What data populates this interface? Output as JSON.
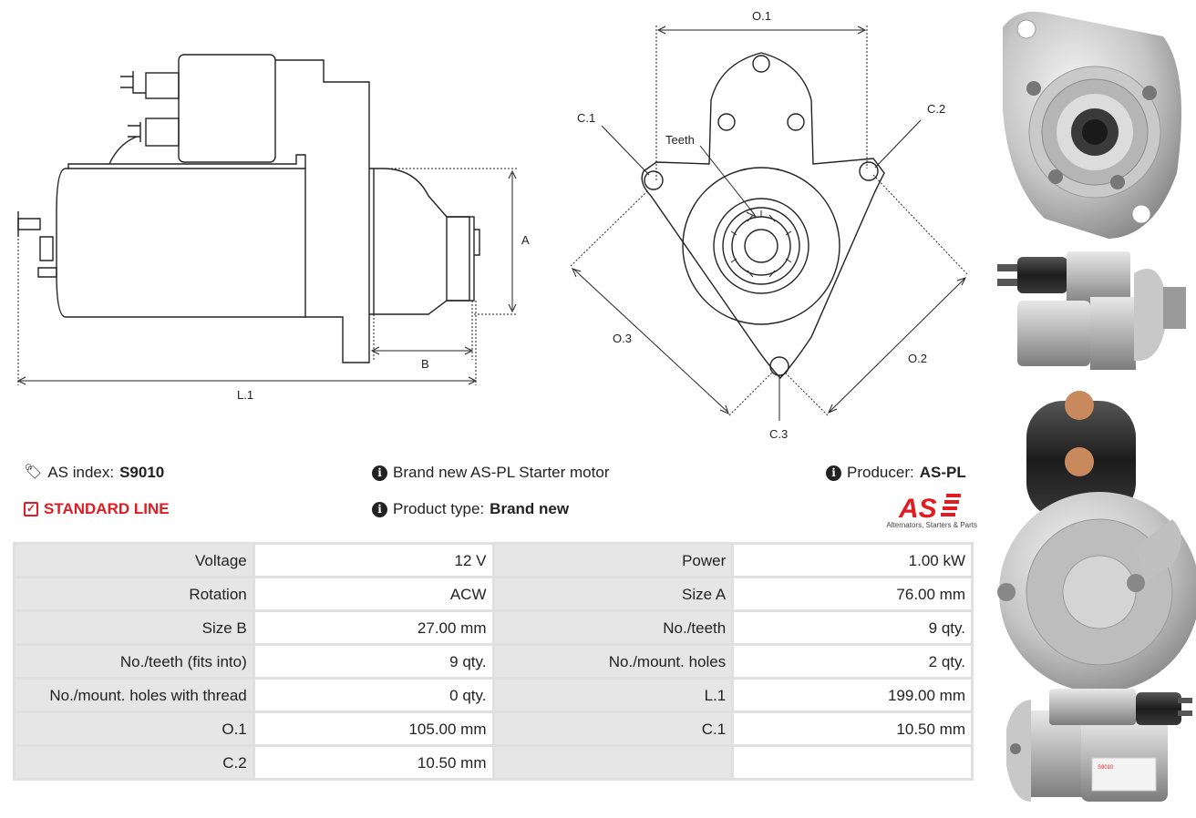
{
  "drawing": {
    "labels": {
      "a": "A",
      "b": "B",
      "l1": "L.1",
      "o1": "O.1",
      "o2": "O.2",
      "o3": "O.3",
      "c1": "C.1",
      "c2": "C.2",
      "c3": "C.3",
      "teeth": "Teeth"
    }
  },
  "info": {
    "as_index_label": "AS index:",
    "as_index_value": "S9010",
    "line": "STANDARD LINE",
    "description": "Brand new AS-PL Starter motor",
    "product_type_label": "Product type:",
    "product_type_value": "Brand new",
    "producer_label": "Producer:",
    "producer_value": "AS-PL"
  },
  "brand": {
    "logo_text": "AS",
    "tagline": "Alternators, Starters & Parts",
    "color": "#e11b22"
  },
  "specs": [
    [
      "Voltage",
      "12 V",
      "Power",
      "1.00 kW"
    ],
    [
      "Rotation",
      "ACW",
      "Size A",
      "76.00 mm"
    ],
    [
      "Size B",
      "27.00 mm",
      "No./teeth",
      "9 qty."
    ],
    [
      "No./teeth (fits into)",
      "9 qty.",
      "No./mount. holes",
      "2 qty."
    ],
    [
      "No./mount. holes with thread",
      "0 qty.",
      "L.1",
      "199.00 mm"
    ],
    [
      "O.1",
      "105.00 mm",
      "C.1",
      "10.50 mm"
    ],
    [
      "C.2",
      "10.50 mm",
      "",
      ""
    ]
  ],
  "photo_label": {
    "line1": "S9010"
  }
}
